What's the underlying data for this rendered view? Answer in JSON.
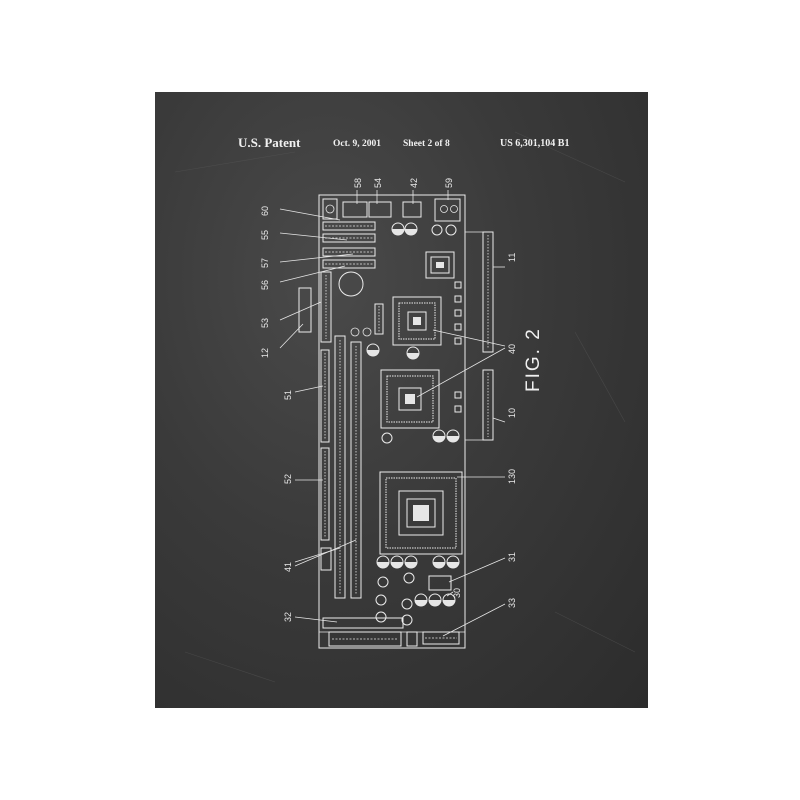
{
  "header": {
    "patent": "U.S. Patent",
    "date": "Oct. 9, 2001",
    "sheet": "Sheet 2 of 8",
    "number": "US 6,301,104 B1"
  },
  "figure_label": "FIG. 2",
  "reference_numerals": {
    "left": [
      "60",
      "55",
      "57",
      "56",
      "53",
      "12",
      "51",
      "52",
      "41",
      "32"
    ],
    "top": [
      "58",
      "54",
      "42",
      "59"
    ],
    "right": [
      "11",
      "40",
      "10",
      "130",
      "31",
      "30",
      "33"
    ]
  },
  "colors": {
    "chalkboard": "#3a3a3a",
    "chalk": "#e6e6e6",
    "frame": "#ffffff"
  }
}
